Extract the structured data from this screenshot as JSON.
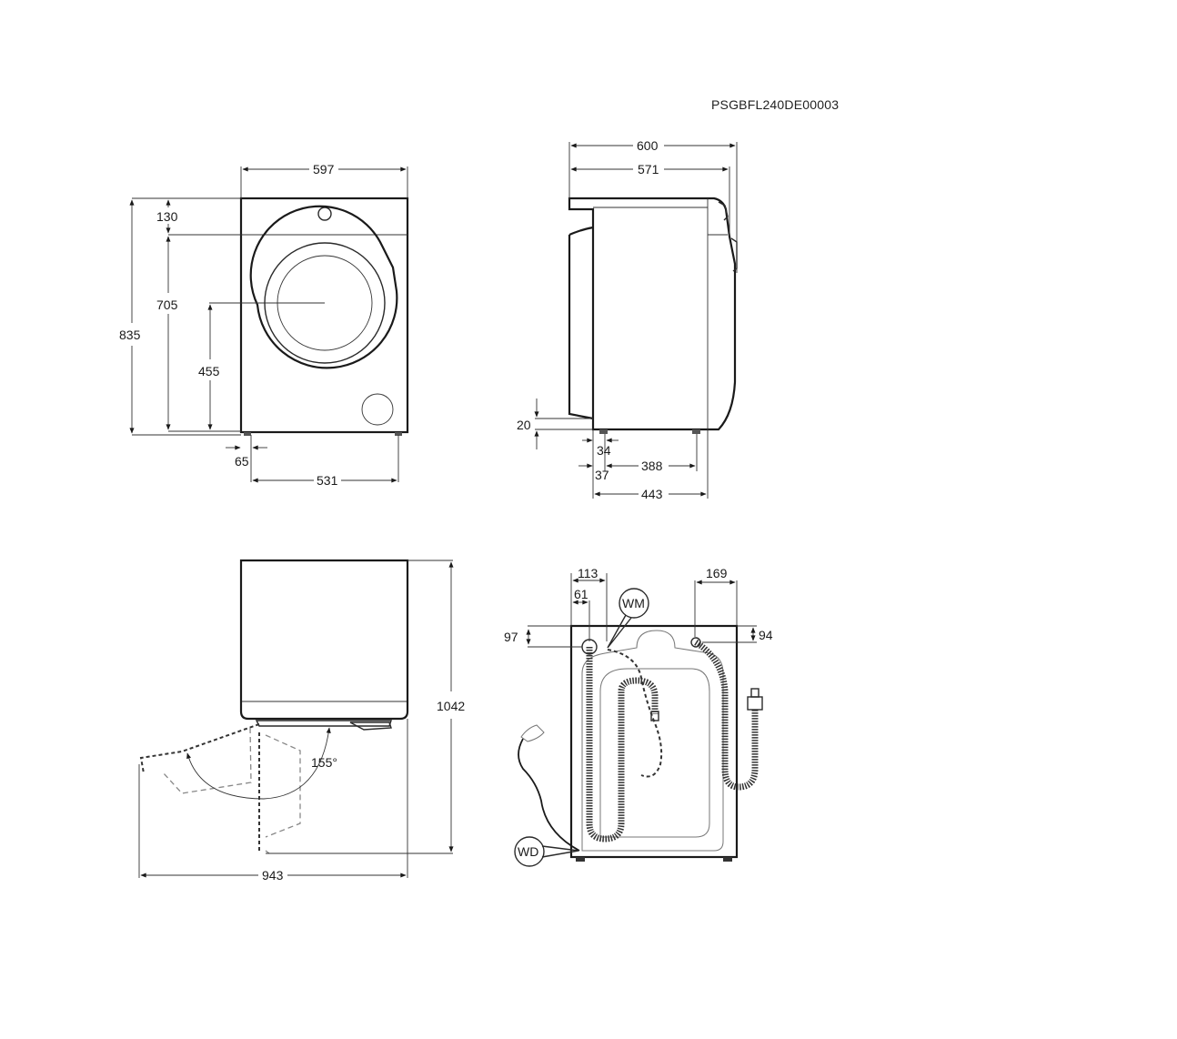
{
  "document": {
    "code": "PSGBFL240DE00003",
    "units": "mm"
  },
  "views": {
    "front": {
      "width": "597",
      "top_panel_height": "130",
      "body_height": "705",
      "total_height": "835",
      "door_center_height": "455",
      "foot_inset": "65",
      "foot_spacing": "531"
    },
    "side": {
      "overall_depth": "600",
      "depth_without_door": "571",
      "door_clearance": "20",
      "front_foot_offset": "34",
      "foot_offset_edge": "37",
      "foot_spacing": "388",
      "base_depth": "443"
    },
    "top": {
      "height_door_open": "1042",
      "width_door_open": "943",
      "door_angle": "155°"
    },
    "rear": {
      "wm_horizontal": "113",
      "inlet_horizontal": "61",
      "inlet_vertical": "97",
      "drain_horizontal": "169",
      "drain_vertical": "94",
      "label_wm": "WM",
      "label_wd": "WD"
    }
  }
}
